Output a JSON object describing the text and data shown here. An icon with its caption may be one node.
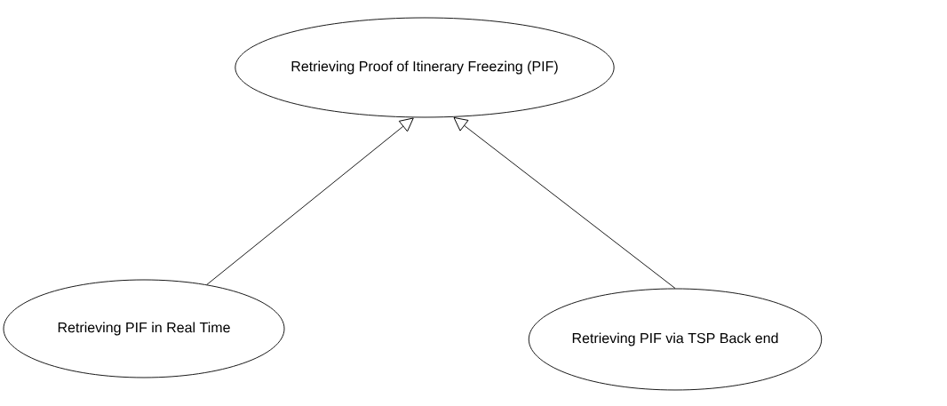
{
  "diagram": {
    "nodes": [
      {
        "text": [
          "Retrieving Proof of Itinerary Freezing (PIF)"
        ]
      },
      {
        "text": [
          "Retrieving PIF in Real Time"
        ]
      },
      {
        "text": [
          "Retrieving PIF via TSP Back end"
        ]
      }
    ],
    "edges": [
      {
        "from": 1,
        "to": 0,
        "arrow": "to"
      },
      {
        "from": 2,
        "to": 0,
        "arrow": "to"
      }
    ]
  }
}
